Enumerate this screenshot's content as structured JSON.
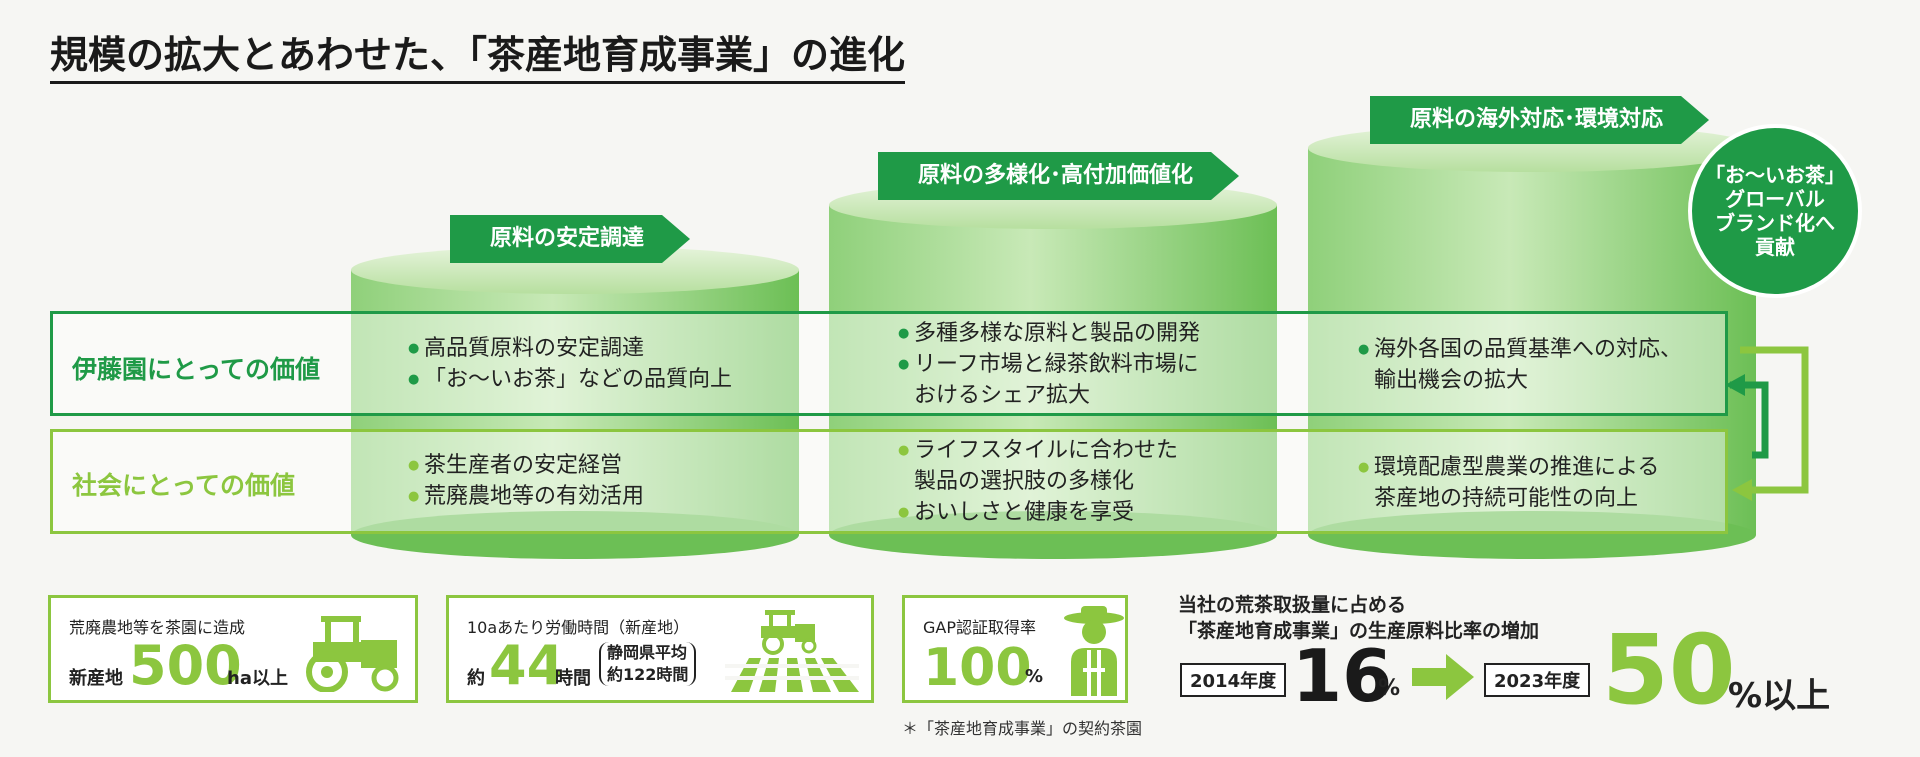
{
  "title": "規模の拡大とあわせた、「茶産地育成事業」の進化",
  "stages": [
    {
      "label": "原料の安定調達"
    },
    {
      "label": "原料の多様化･高付加価値化"
    },
    {
      "label": "原料の海外対応･環境対応"
    }
  ],
  "bands": {
    "itoen_label": "伊藤園にとっての価値",
    "society_label": "社会にとっての価値"
  },
  "itoen_values": [
    [
      "高品質原料の安定調達",
      "「お〜いお茶」などの品質向上"
    ],
    [
      "多種多様な原料と製品の開発",
      "リーフ市場と緑茶飲料市場に",
      "おけるシェア拡大"
    ],
    [
      "海外各国の品質基準への対応、",
      "輸出機会の拡大"
    ]
  ],
  "society_values": [
    [
      "茶生産者の安定経営",
      "荒廃農地等の有効活用"
    ],
    [
      "ライフスタイルに合わせた",
      "製品の選択肢の多様化",
      "おいしさと健康を享受"
    ],
    [
      "環境配慮型農業の推進による",
      "茶産地の持続可能性の向上"
    ]
  ],
  "brand_circle": [
    "「お〜いお茶」",
    "グローバル",
    "ブランド化へ",
    "貢献"
  ],
  "stats": {
    "farmland": {
      "label": "荒廃農地等を茶園に造成",
      "prefix": "新産地",
      "value": "500",
      "unit": "ha以上"
    },
    "labor": {
      "label": "10aあたり労働時間（新産地）",
      "prefix": "約",
      "value": "44",
      "unit": "時間",
      "ref1": "静岡県平均",
      "ref2": "約122時間"
    },
    "gap": {
      "label": "GAP認証取得率",
      "value": "100",
      "unit": "%",
      "note": "＊「茶産地育成事業」の契約茶園"
    },
    "ratio": {
      "heading1": "当社の荒茶取扱量に占める",
      "heading2": "「茶産地育成事業」の生産原料比率の増加",
      "year_from": "2014年度",
      "value_from": "16",
      "unit_from": "%",
      "year_to": "2023年度",
      "value_to": "50",
      "unit_to": "%以上"
    }
  },
  "colors": {
    "dark_green": "#1f9a47",
    "light_green": "#8cc63f"
  },
  "icons": [
    "tractor-icon",
    "field-tractor-icon",
    "farmer-icon",
    "arrow-right-icon"
  ]
}
